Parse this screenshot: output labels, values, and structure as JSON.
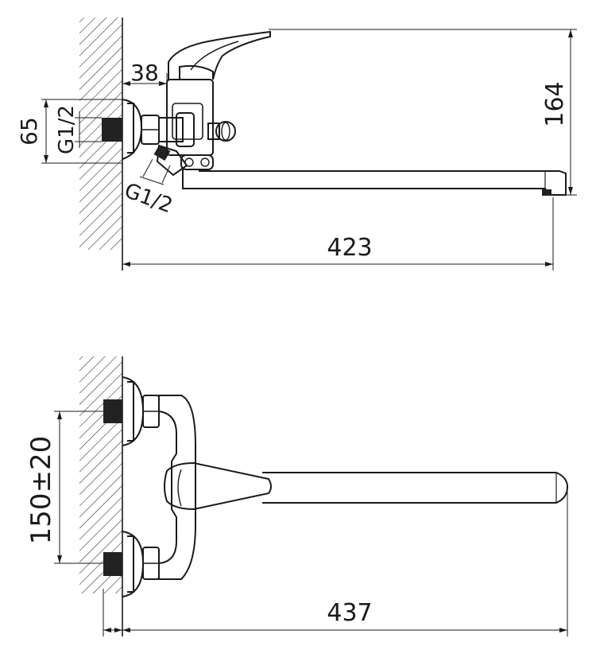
{
  "side_view": {
    "dim_offset_38": "38",
    "dim_height_164": "164",
    "dim_length_423": "423",
    "dim_wall_65": "65",
    "thread_inlet": "G1/2",
    "thread_outlet": "G1/2"
  },
  "top_view": {
    "dim_centers": "150±20",
    "dim_length_437": "437"
  }
}
